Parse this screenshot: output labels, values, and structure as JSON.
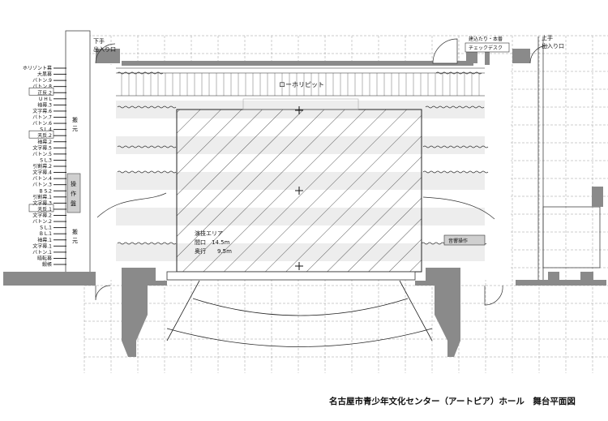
{
  "title": "名古屋市青少年文化センター（アートピア）ホール　舞台平面図",
  "stage": {
    "pit_label": "ローホリピット",
    "acting_area": {
      "title": "演技エリア",
      "width_line": "間口　14.5m",
      "depth_line": "奥行　　9.5m"
    }
  },
  "entrances": {
    "left": [
      "下手",
      "出入り口"
    ],
    "right": [
      "上手",
      "出入り口"
    ]
  },
  "desk": {
    "note": "建込たり・本番",
    "label": "チェックデスク"
  },
  "booths": {
    "operation": [
      "操",
      "作",
      "盤"
    ],
    "panel_upper": [
      "搬",
      "元"
    ],
    "panel_lower": [
      "搬",
      "元"
    ],
    "sound": "音響操作"
  },
  "fly_labels": [
    {
      "text": "ホリゾント幕",
      "boxed": false
    },
    {
      "text": "大黒幕",
      "boxed": false
    },
    {
      "text": "バトン.9",
      "boxed": false
    },
    {
      "text": "バトン.8",
      "boxed": false
    },
    {
      "text": "正反.2",
      "boxed": true
    },
    {
      "text": "U H L",
      "boxed": false
    },
    {
      "text": "袖幕.3",
      "boxed": false
    },
    {
      "text": "文字幕.6",
      "boxed": false
    },
    {
      "text": "バトン.7",
      "boxed": false
    },
    {
      "text": "バトン.6",
      "boxed": false
    },
    {
      "text": "S L.4",
      "boxed": false
    },
    {
      "text": "天反.2",
      "boxed": true
    },
    {
      "text": "袖幕.2",
      "boxed": false
    },
    {
      "text": "文字幕.5",
      "boxed": false
    },
    {
      "text": "バトン.5",
      "boxed": false
    },
    {
      "text": "S L.3",
      "boxed": false
    },
    {
      "text": "引割幕.2",
      "boxed": false
    },
    {
      "text": "文字幕.4",
      "boxed": false
    },
    {
      "text": "バトン.4",
      "boxed": false
    },
    {
      "text": "バトン.3",
      "boxed": false
    },
    {
      "text": "B S.2",
      "boxed": false
    },
    {
      "text": "引割幕.1",
      "boxed": false
    },
    {
      "text": "文字幕.3",
      "boxed": false
    },
    {
      "text": "天反.1",
      "boxed": true
    },
    {
      "text": "文字幕.2",
      "boxed": false
    },
    {
      "text": "バトン.2",
      "boxed": false
    },
    {
      "text": "S L.1",
      "boxed": false
    },
    {
      "text": "B L.1",
      "boxed": false
    },
    {
      "text": "袖幕.1",
      "boxed": false
    },
    {
      "text": "文字幕.1",
      "boxed": false
    },
    {
      "text": "バトン.1",
      "boxed": false
    },
    {
      "text": "暗転幕",
      "boxed": false
    },
    {
      "text": "緞帳",
      "boxed": false
    }
  ],
  "colors": {
    "wall": "#8a8a8a",
    "grid": "#9a9a9a",
    "line": "#111111",
    "band": "#ededed",
    "booth": "#cfcfcf"
  }
}
